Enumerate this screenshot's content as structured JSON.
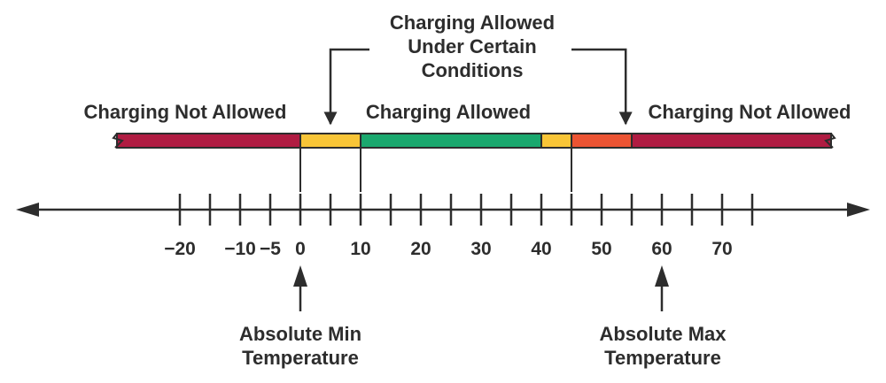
{
  "labels": {
    "top_callout": [
      "Charging Allowed",
      "Under Certain",
      "Conditions"
    ],
    "left_zone": "Charging Not Allowed",
    "middle_zone": "Charging Allowed",
    "right_zone": "Charging Not Allowed",
    "abs_min": [
      "Absolute Min",
      "Temperature"
    ],
    "abs_max": [
      "Absolute Max",
      "Temperature"
    ]
  },
  "axis": {
    "min": -20,
    "max": 75,
    "tick_step": 5,
    "tick_labels": [
      "−20",
      "−10",
      "−5",
      "0",
      "10",
      "20",
      "30",
      "40",
      "50",
      "60",
      "70"
    ],
    "tick_label_values": [
      -20,
      -10,
      -5,
      0,
      10,
      20,
      30,
      40,
      50,
      60,
      70
    ]
  },
  "bands": [
    {
      "name": "not-allowed-low",
      "from": -20,
      "to": 0,
      "color": "#b01c42"
    },
    {
      "name": "conditional-low",
      "from": 0,
      "to": 10,
      "color": "#f8c537"
    },
    {
      "name": "allowed",
      "from": 10,
      "to": 40,
      "color": "#1aa86e"
    },
    {
      "name": "conditional-high-yellow",
      "from": 40,
      "to": 45,
      "color": "#f8c537"
    },
    {
      "name": "conditional-high-orange",
      "from": 45,
      "to": 55,
      "color": "#ec5433"
    },
    {
      "name": "not-allowed-high",
      "from": 55,
      "to": 75,
      "color": "#b01c42"
    }
  ],
  "markers": {
    "abs_min_value": 0,
    "abs_max_value": 60,
    "connector_values": [
      0,
      10,
      45
    ],
    "callout_arrow_values": [
      5,
      54
    ]
  },
  "colors": {
    "ink": "#2d2d2d",
    "not_allowed": "#b01c42",
    "conditional": "#f8c537",
    "conditional_warm": "#ec5433",
    "allowed": "#1aa86e"
  }
}
